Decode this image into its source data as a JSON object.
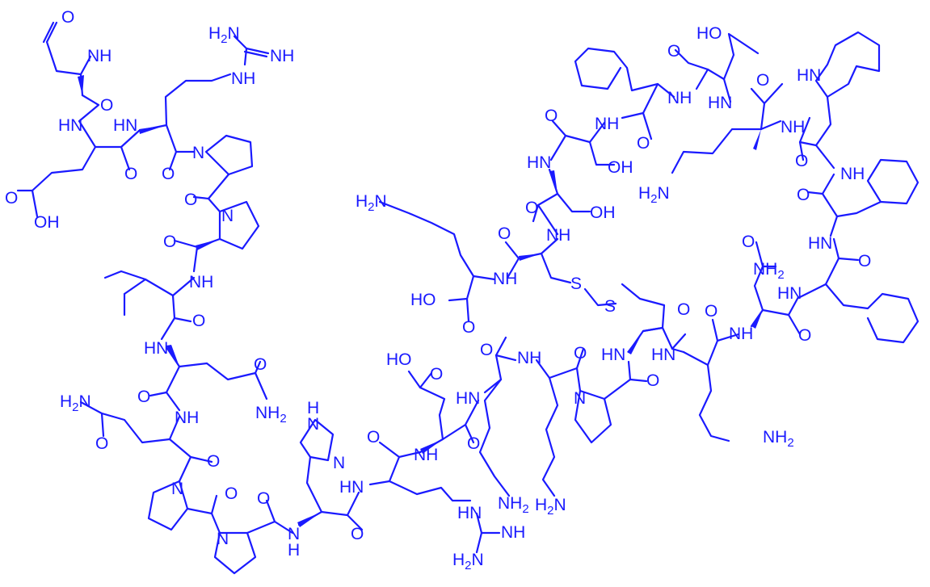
{
  "structure": {
    "colors": {
      "ink": "#1a1aff",
      "background": "#ffffff"
    },
    "atom_labels": {
      "nh": "NH",
      "hn": "HN",
      "o": "O",
      "n": "N",
      "s": "S",
      "oh": "OH",
      "ho": "HO",
      "h2n": "H2N",
      "nh2": "NH2",
      "hn_im": "H\nN"
    }
  }
}
